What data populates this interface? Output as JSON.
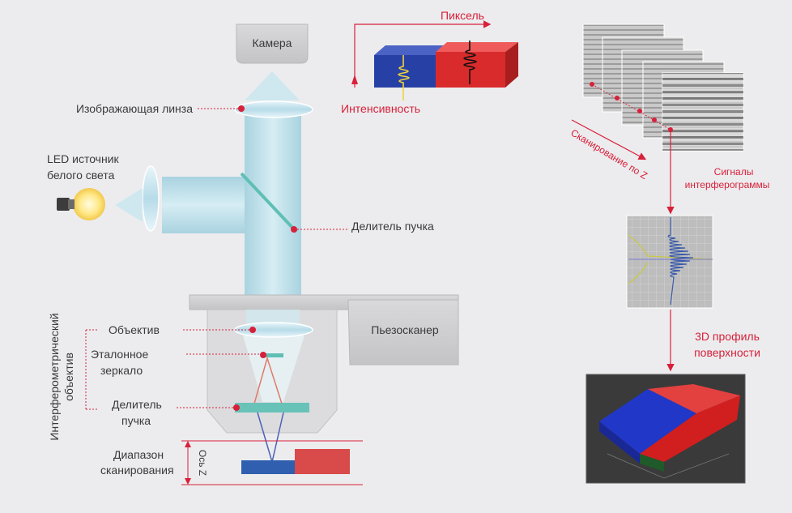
{
  "labels": {
    "camera": "Камера",
    "imaging_lens": "Изображающая линза",
    "led_line1": "LED источник",
    "led_line2": "белого света",
    "beam_splitter": "Делитель пучка",
    "piezo": "Пьезосканер",
    "interferometric_line1": "Интерферометрический",
    "interferometric_line2": "объектив",
    "objective": "Объектив",
    "reference_line1": "Эталонное",
    "reference_line2": "зеркало",
    "splitter2_line1": "Делитель",
    "splitter2_line2": "пучка",
    "range_line1": "Диапазон",
    "range_line2": "сканирования",
    "z_axis": "Ось Z",
    "pixel": "Пиксель",
    "intensity": "Интенсивность",
    "scan_z": "Сканирование по Z",
    "signals_line1": "Сигналы",
    "signals_line2": "интерферограммы",
    "profile_line1": "3D профиль",
    "profile_line2": "поверхности"
  },
  "colors": {
    "accent_red": "#d8203a",
    "beam": "#b9dde8",
    "mirror_teal": "#5fbfb5",
    "sample_blue": "#2f5fae",
    "sample_red": "#d94a4a"
  }
}
